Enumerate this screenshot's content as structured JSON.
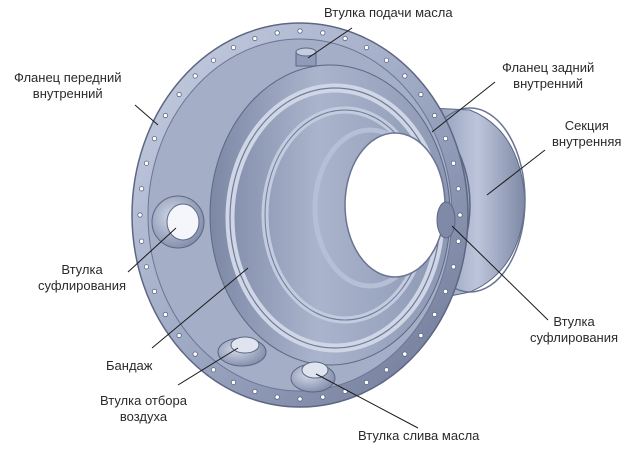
{
  "labels": {
    "oil_supply_bushing": "Втулка подачи масла",
    "front_inner_flange": [
      "Фланец передний",
      "внутренний"
    ],
    "rear_inner_flange": [
      "Фланец задний",
      "внутренний"
    ],
    "inner_section": [
      "Секция",
      "внутренняя"
    ],
    "blowing_bushing_left": [
      "Втулка",
      "суфлирования"
    ],
    "blowing_bushing_right": [
      "Втулка",
      "суфлирования"
    ],
    "bandage": "Бандаж",
    "air_bleed_bushing": [
      "Втулка отбора",
      "воздуха"
    ],
    "oil_drain_bushing": "Втулка слива масла"
  },
  "colors": {
    "metal_light": "#b9c3d8",
    "metal_mid": "#8f9bb8",
    "metal_dark": "#5d6784",
    "leader": "#1a1a1a"
  }
}
